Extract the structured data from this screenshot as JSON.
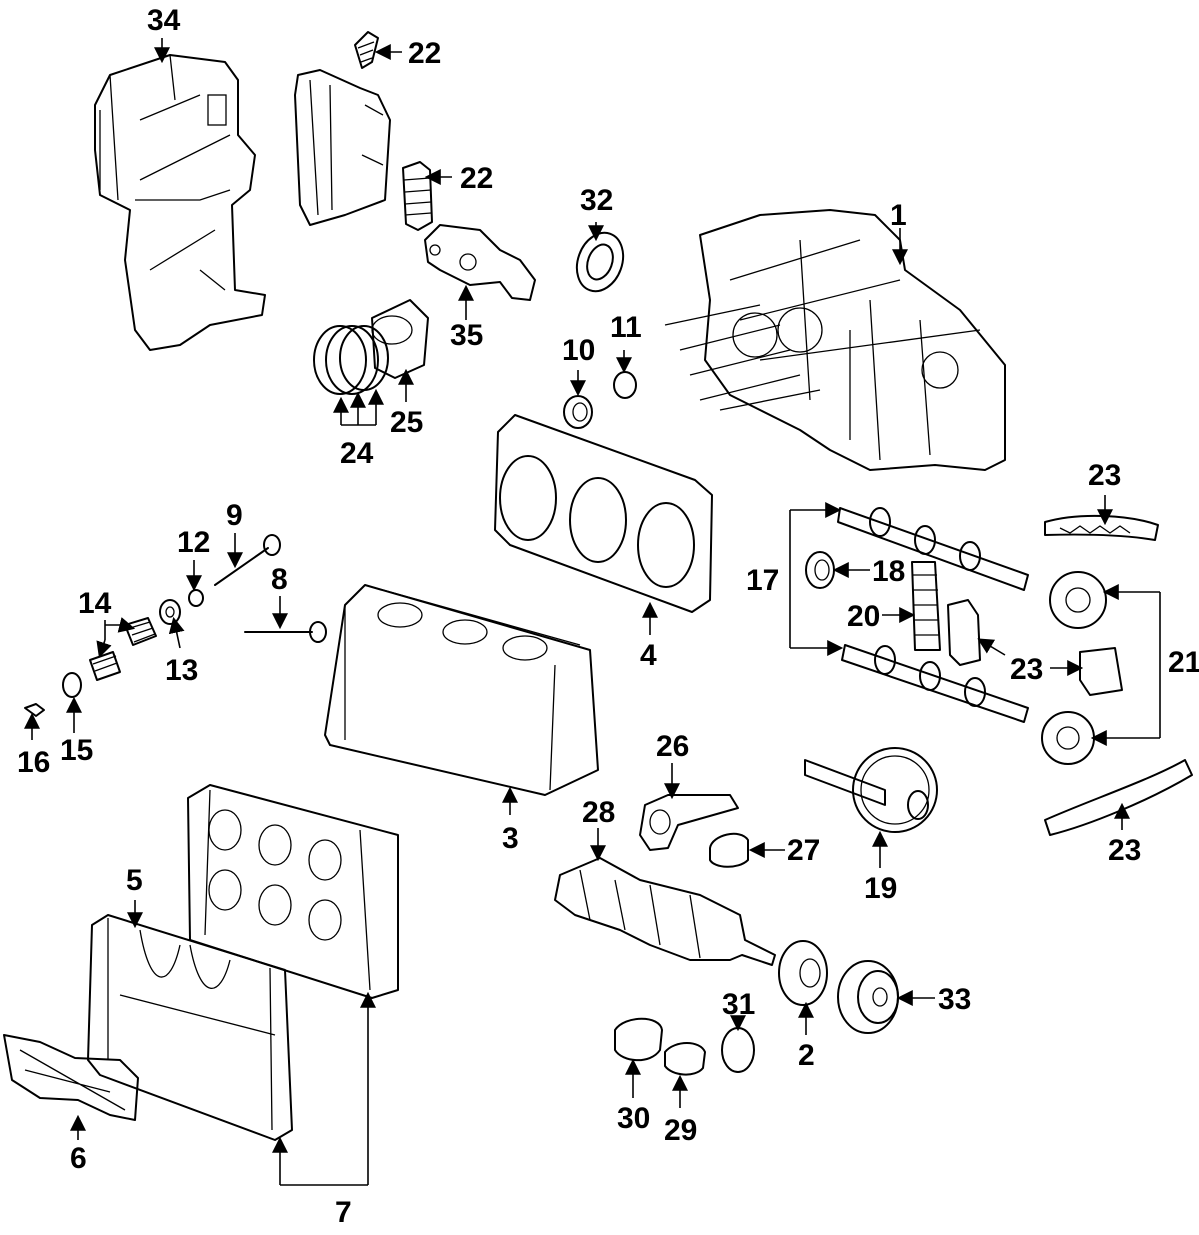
{
  "diagram": {
    "callouts": {
      "c1": "1",
      "c2": "2",
      "c3": "3",
      "c4": "4",
      "c5": "5",
      "c6": "6",
      "c7": "7",
      "c8": "8",
      "c9": "9",
      "c10": "10",
      "c11": "11",
      "c12": "12",
      "c13": "13",
      "c14": "14",
      "c15": "15",
      "c16": "16",
      "c17": "17",
      "c18": "18",
      "c19": "19",
      "c20": "20",
      "c21": "21",
      "c22a": "22",
      "c22b": "22",
      "c23a": "23",
      "c23b": "23",
      "c23c": "23",
      "c24": "24",
      "c25": "25",
      "c26": "26",
      "c27": "27",
      "c28": "28",
      "c29": "29",
      "c30": "30",
      "c31": "31",
      "c32": "32",
      "c33": "33",
      "c34": "34",
      "c35": "35"
    }
  }
}
